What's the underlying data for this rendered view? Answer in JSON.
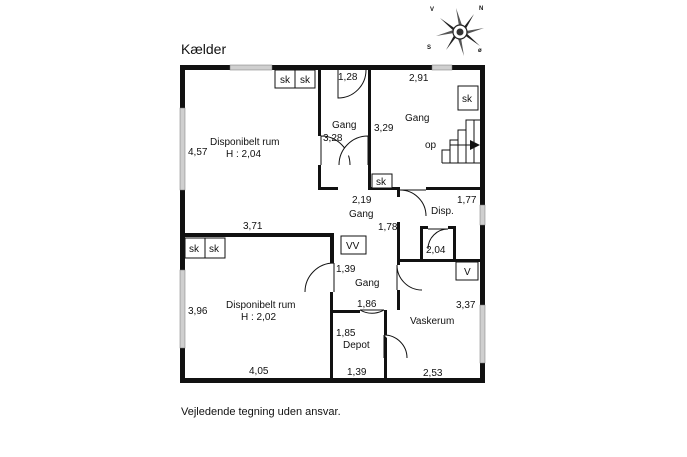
{
  "title": "Kælder",
  "disclaimer": "Vejledende tegning uden ansvar.",
  "compass": {
    "n": "N",
    "v": "V",
    "s": "S",
    "o": "ø"
  },
  "rooms": {
    "disp1_name": "Disponibelt rum",
    "disp1_height": "H : 2,04",
    "disp1_w": "3,71",
    "disp1_h": "4,57",
    "disp2_name": "Disponibelt rum",
    "disp2_height": "H : 2,02",
    "disp2_w": "4,05",
    "disp2_h": "3,96",
    "gang1_name": "Gang",
    "gang1_top": "1,28",
    "gang1_dim": "3,28",
    "gang2_name": "Gang",
    "gang2_top": "2,91",
    "gang2_dim": "3,29",
    "stair_label": "op",
    "gang3_name": "Gang",
    "gang3_w": "2,19",
    "gang3_h": "1,78",
    "disp3_name": "Disp.",
    "disp3_h": "1,77",
    "disp3_w": "2,04",
    "gang4_name": "Gang",
    "gang4_w": "1,39",
    "gang4_b": "1,86",
    "depot_name": "Depot",
    "depot_h": "1,85",
    "depot_w": "1,39",
    "vask_name": "Vaskerum",
    "vask_h": "3,37",
    "vask_w": "2,53"
  },
  "fixtures": {
    "sk": "sk",
    "vv": "VV",
    "v": "V"
  }
}
